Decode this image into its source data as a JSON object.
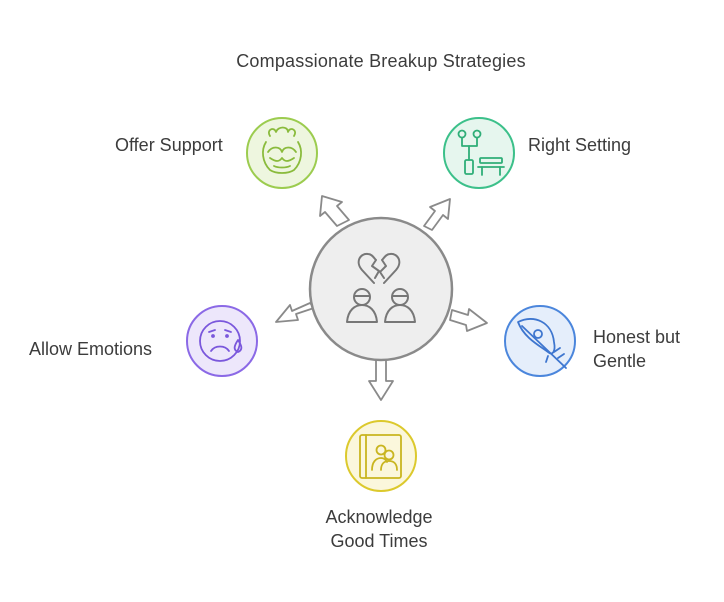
{
  "title": "Compassionate Breakup Strategies",
  "center": {
    "icon": "broken-heart-two-people-icon"
  },
  "nodes": [
    {
      "id": "offer-support",
      "label_lines": [
        "Offer Support"
      ],
      "icon": "hug-icon",
      "fill": "#eef6df",
      "stroke": "#9ccc4f",
      "icon_color": "#8abb3c"
    },
    {
      "id": "right-setting",
      "label_lines": [
        "Right Setting"
      ],
      "icon": "park-bench-icon",
      "fill": "#e6f6ee",
      "stroke": "#3cc08a",
      "icon_color": "#2fae78"
    },
    {
      "id": "allow-emotions",
      "label_lines": [
        "Allow Emotions"
      ],
      "icon": "crying-face-icon",
      "fill": "#ede7fb",
      "stroke": "#8b69e6",
      "icon_color": "#7a57dc"
    },
    {
      "id": "honest-gentle",
      "label_lines": [
        "Honest but",
        "Gentle"
      ],
      "icon": "feather-icon",
      "fill": "#e5eefb",
      "stroke": "#4b86dc",
      "icon_color": "#3e76cf"
    },
    {
      "id": "acknowledge-good-times",
      "label_lines": [
        "Acknowledge",
        "Good Times"
      ],
      "icon": "photo-album-icon",
      "fill": "#fbf7dc",
      "stroke": "#dcc92d",
      "icon_color": "#c9b51f"
    }
  ]
}
